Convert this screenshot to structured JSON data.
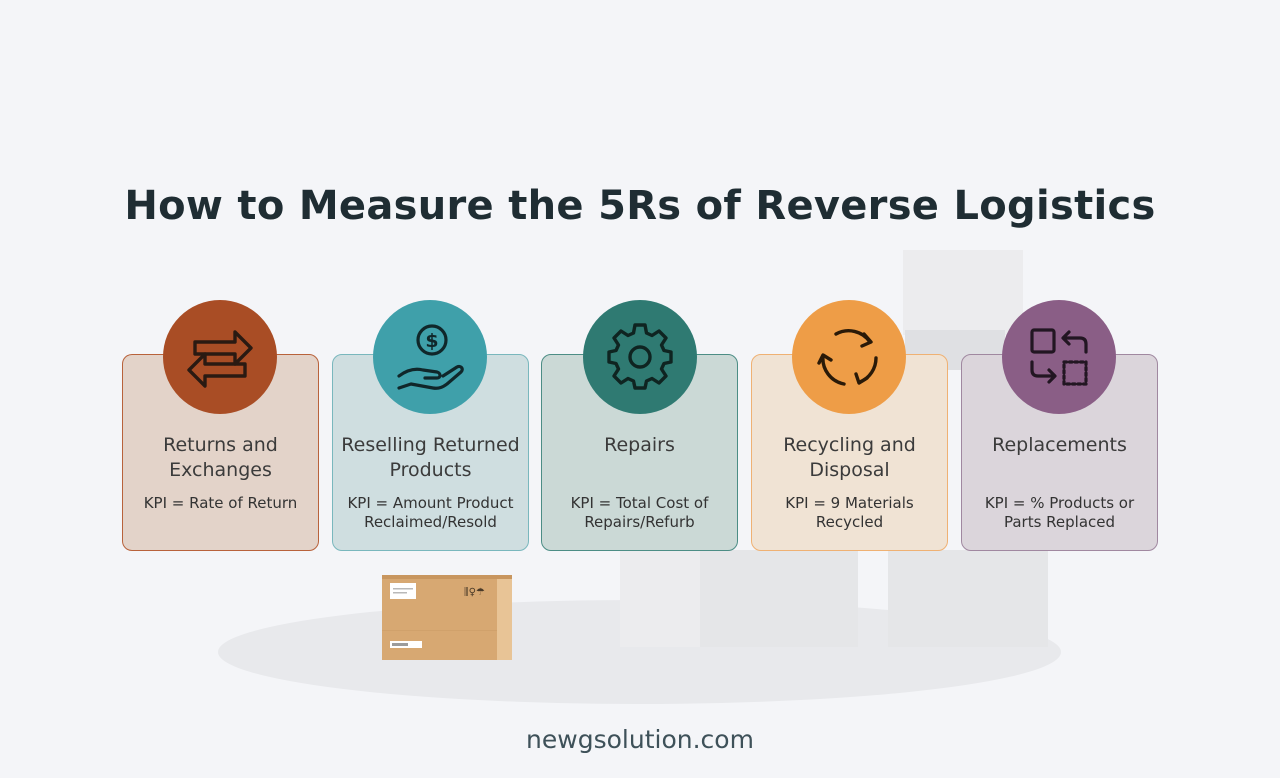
{
  "title": "How to Measure the 5Rs of Reverse Logistics",
  "footer": "newgsolution.com",
  "cards": [
    {
      "title": "Returns and Exchanges",
      "kpi": "KPI = Rate of Return",
      "icon": "arrows-exchange-icon",
      "circle_color": "#a94d25",
      "card_bg": "#e3d3c9",
      "card_border": "#b8623b"
    },
    {
      "title": "Reselling Returned Products",
      "kpi": "KPI = Amount Product Reclaimed/Resold",
      "icon": "hand-dollar-icon",
      "circle_color": "#3fa0aa",
      "card_bg": "#cfdee0",
      "card_border": "#79b7bd"
    },
    {
      "title": "Repairs",
      "kpi": "KPI = Total Cost of Repairs/Refurb",
      "icon": "gear-icon",
      "circle_color": "#2f7a72",
      "card_bg": "#cbd9d6",
      "card_border": "#4c8d85"
    },
    {
      "title": "Recycling and Disposal",
      "kpi": "KPI = 9 Materials Recycled",
      "icon": "recycle-arrows-icon",
      "circle_color": "#ee9d47",
      "card_bg": "#f0e3d4",
      "card_border": "#efb173"
    },
    {
      "title": "Replacements",
      "kpi": "KPI = % Products or Parts Replaced",
      "icon": "swap-squares-icon",
      "circle_color": "#8a5e86",
      "card_bg": "#dbd5db",
      "card_border": "#a088a0"
    }
  ]
}
